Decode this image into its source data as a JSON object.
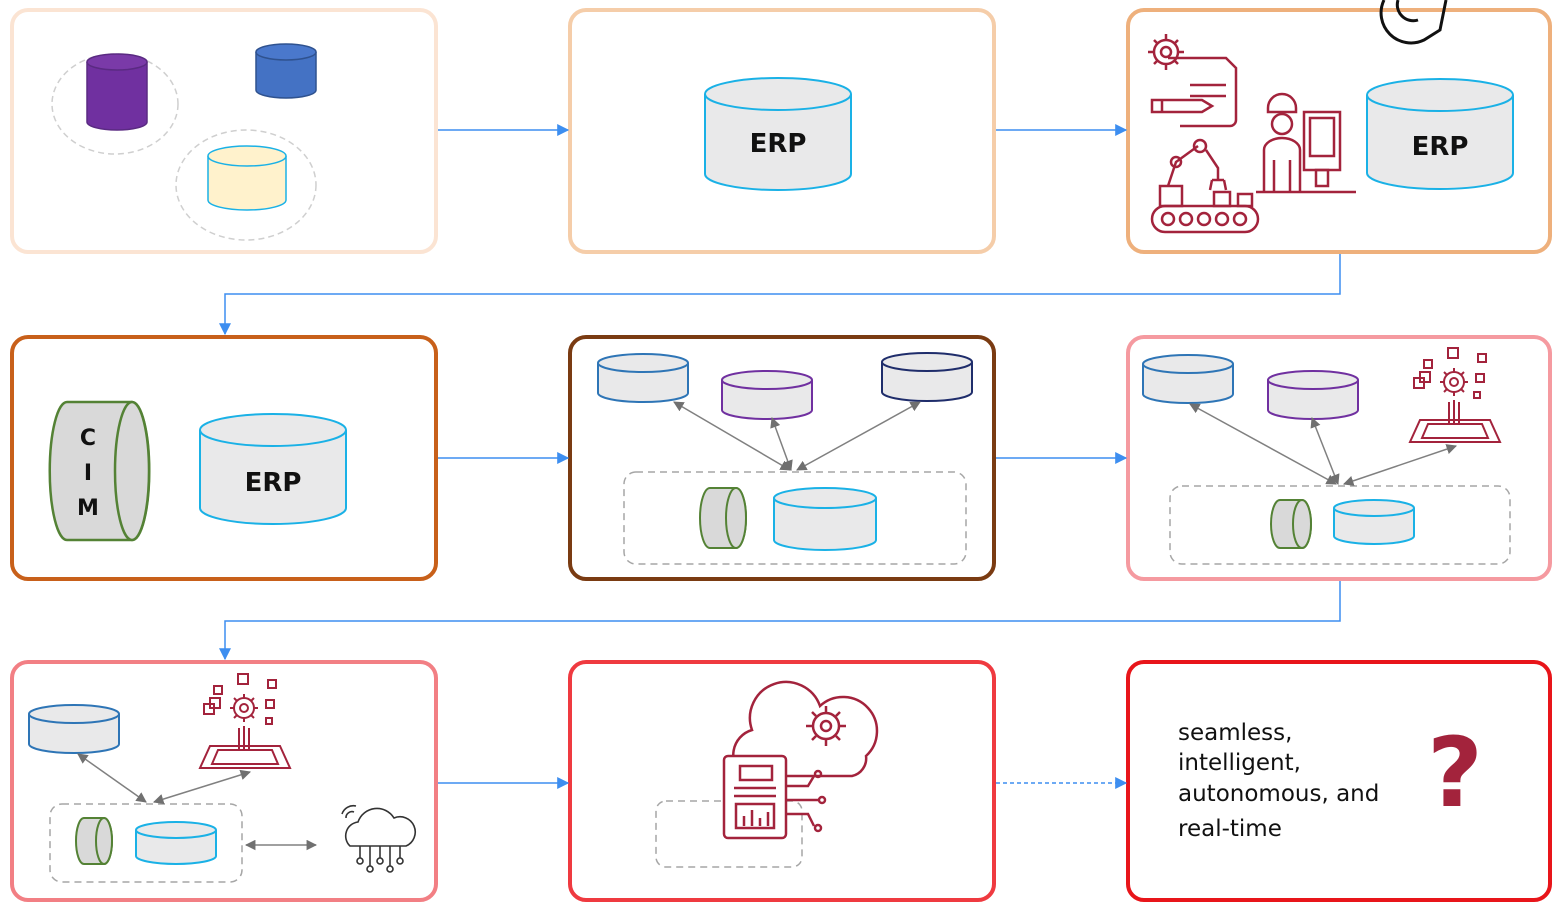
{
  "labels": {
    "erp": "ERP",
    "cim_letters": [
      "C",
      "I",
      "M"
    ],
    "description_lines": [
      "seamless,",
      "intelligent,",
      "autonomous, and",
      "real-time"
    ],
    "question_mark": "?"
  },
  "colors": {
    "arrow_blue": "#3d8ef0",
    "connector_gray": "#808080",
    "icon_red": "#a3233c",
    "cyl_cyan": "#1ab1e6",
    "cyl_fill": "#e9e9ea",
    "stage_borders": [
      "#fbe4d3",
      "#f5cda9",
      "#eeb07c",
      "#c8601a",
      "#7a3b12",
      "#f59aa0",
      "#f27f84",
      "#ef3a40",
      "#e8151a"
    ]
  }
}
